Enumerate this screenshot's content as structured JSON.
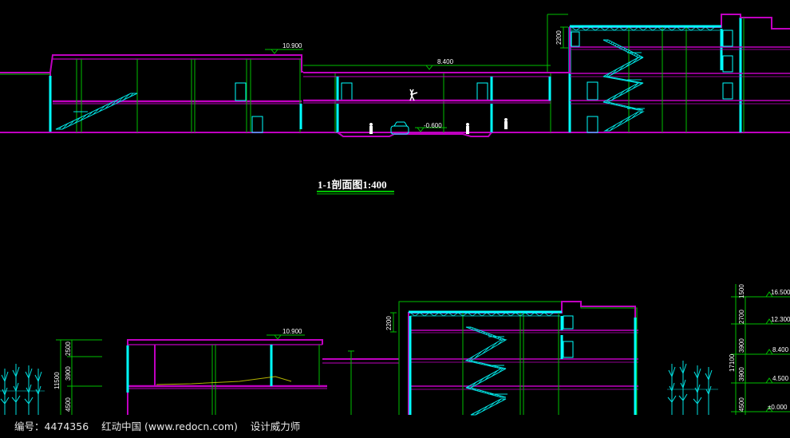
{
  "drawing": {
    "title": "1-1剖面图1:400",
    "top_section": {
      "elevation_roof_left": "10.900",
      "elevation_mid": "8.400",
      "elevation_underpass": "-0.600",
      "dim_parapet": "2200"
    },
    "bottom_section": {
      "elevation_roof_left": "10.900",
      "dim_parapet": "2200",
      "left_dims": [
        "2500",
        "3900",
        "4500"
      ],
      "left_total": "11500",
      "right_dims": [
        "1500",
        "2700",
        "3900",
        "3900",
        "4500"
      ],
      "right_total": "17100",
      "right_levels": [
        "16.500",
        "12.300",
        "8.400",
        "4.500",
        "±0.000"
      ]
    }
  },
  "colors": {
    "wall": "#c000c0",
    "structure": "#00ffff",
    "line": "#00c000",
    "stair": "#00e0e0",
    "text": "#ffffff"
  },
  "watermark": "编号：4474356    红动中国 (www.redocn.com)    设计威力师"
}
